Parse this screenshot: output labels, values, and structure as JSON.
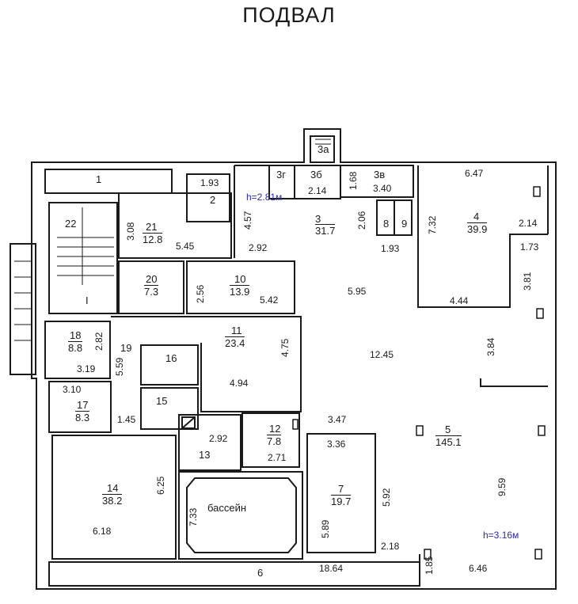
{
  "title": "ПОДВАЛ",
  "rooms": [
    {
      "id": "1",
      "area": ""
    },
    {
      "id": "2",
      "area": ""
    },
    {
      "id": "3",
      "area": "31.7"
    },
    {
      "id": "3а",
      "area": ""
    },
    {
      "id": "3б",
      "area": ""
    },
    {
      "id": "3в",
      "area": ""
    },
    {
      "id": "3г",
      "area": ""
    },
    {
      "id": "4",
      "area": "39.9"
    },
    {
      "id": "5",
      "area": "145.1"
    },
    {
      "id": "6",
      "area": ""
    },
    {
      "id": "7",
      "area": "19.7"
    },
    {
      "id": "8",
      "area": ""
    },
    {
      "id": "9",
      "area": ""
    },
    {
      "id": "10",
      "area": "13.9"
    },
    {
      "id": "11",
      "area": "23.4"
    },
    {
      "id": "12",
      "area": "7.8"
    },
    {
      "id": "13",
      "area": ""
    },
    {
      "id": "14",
      "area": "38.2"
    },
    {
      "id": "15",
      "area": ""
    },
    {
      "id": "16",
      "area": ""
    },
    {
      "id": "17",
      "area": "8.3"
    },
    {
      "id": "18",
      "area": "8.8"
    },
    {
      "id": "19",
      "area": ""
    },
    {
      "id": "20",
      "area": "7.3"
    },
    {
      "id": "21",
      "area": "12.8"
    },
    {
      "id": "22",
      "area": ""
    },
    {
      "id": "I",
      "area": ""
    }
  ],
  "pool_label": "бассейн",
  "heights": [
    "h=2.81м",
    "h=3.16м"
  ],
  "dimensions": [
    "1.93",
    "3.08",
    "5.45",
    "4.57",
    "2.14",
    "1.68",
    "3.40",
    "2.92",
    "2.06",
    "1.93",
    "7.32",
    "6.47",
    "2.14",
    "1.73",
    "3.81",
    "4.44",
    "2.56",
    "5.42",
    "5.95",
    "2.82",
    "3.19",
    "5.59",
    "4.75",
    "4.94",
    "12.45",
    "3.84",
    "3.10",
    "1.45",
    "2.92",
    "2.71",
    "3.47",
    "3.36",
    "6.25",
    "7.33",
    "5.92",
    "5.89",
    "9.59",
    "6.18",
    "2.18",
    "18.64",
    "1.85",
    "6.46"
  ]
}
